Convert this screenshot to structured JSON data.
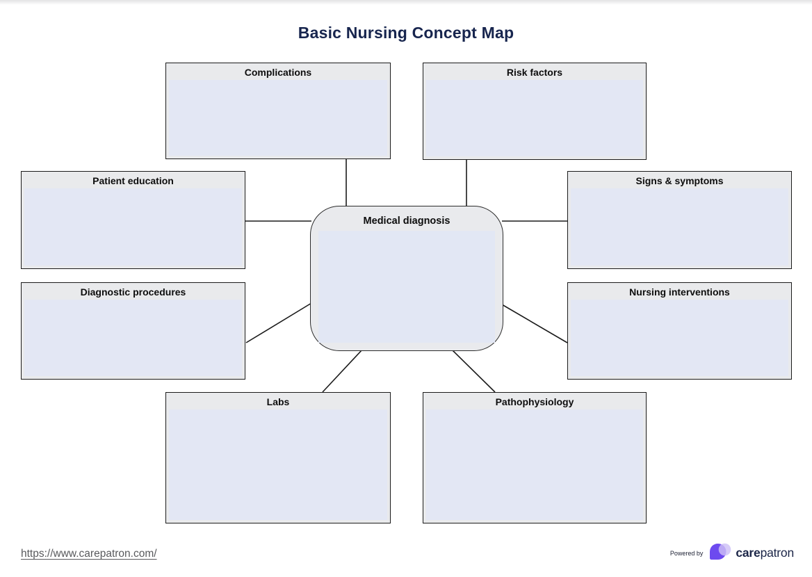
{
  "page": {
    "title": "Basic Nursing Concept Map"
  },
  "concept_map": {
    "center": {
      "label": "Medical diagnosis"
    },
    "nodes": [
      {
        "id": "complications",
        "label": "Complications"
      },
      {
        "id": "risk-factors",
        "label": "Risk factors"
      },
      {
        "id": "patient-education",
        "label": "Patient education"
      },
      {
        "id": "signs-symptoms",
        "label": "Signs & symptoms"
      },
      {
        "id": "diagnostic-procedures",
        "label": "Diagnostic procedures"
      },
      {
        "id": "nursing-interventions",
        "label": "Nursing interventions"
      },
      {
        "id": "labs",
        "label": "Labs"
      },
      {
        "id": "pathophysiology",
        "label": "Pathophysiology"
      }
    ]
  },
  "footer": {
    "link": "https://www.carepatron.com/",
    "powered_by": "Powered by",
    "brand": {
      "bold": "care",
      "regular": "patron"
    }
  },
  "colors": {
    "title_text": "#17254e",
    "box_header": "#e9eaec",
    "box_body": "#e3e7f4",
    "box_border": "#1a1a1a",
    "connector": "#1a1a1a",
    "brand_purple": "#6d4aef",
    "brand_purple_light": "#cdbff7",
    "brand_text": "#1b2547",
    "link_text": "#58595c"
  }
}
